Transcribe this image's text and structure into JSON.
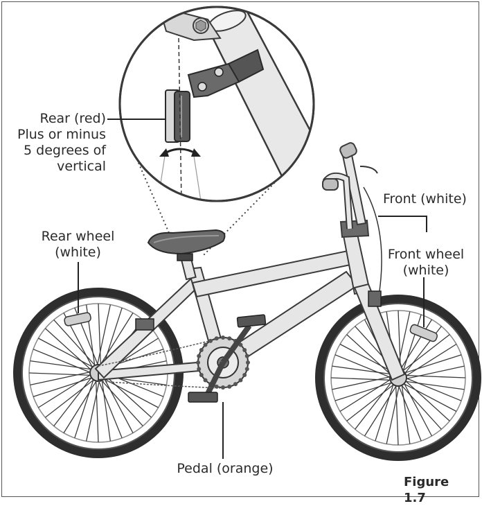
{
  "labels": {
    "rear_reflector": "Rear (red)\nPlus or minus\n5 degrees of\nvertical",
    "front_reflector": "Front (white)",
    "rear_wheel": "Rear wheel\n(white)",
    "front_wheel": "Front wheel\n(white)",
    "pedal": "Pedal (orange)",
    "figure": "Figure 1.7"
  },
  "colors": {
    "frame": "#e6e6e6",
    "tire": "#2e2e2e",
    "line": "#3a3a3a",
    "grip": "#bdbdbd"
  }
}
